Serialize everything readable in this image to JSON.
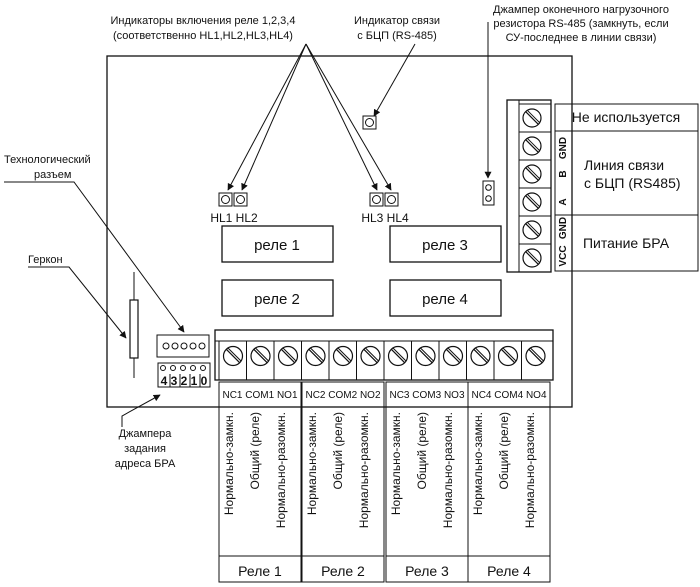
{
  "callouts": {
    "relay_indicators": [
      "Индикаторы включения реле 1,2,3,4",
      "(соответственно HL1,HL2,HL3,HL4)"
    ],
    "link_indicator": [
      "Индикатор связи",
      "с БЦП (RS-485)"
    ],
    "termination_jumper": [
      "Джампер оконечного нагрузочного",
      "резистора RS-485 (замкнуть, если",
      "СУ-последнее в линии связи)"
    ],
    "tech_connector": [
      "Технологический",
      "разъем"
    ],
    "reed_switch": "Геркон",
    "address_jumpers": [
      "Джампера",
      "задания",
      "адреса БРА"
    ]
  },
  "leds": {
    "left": "HL1 HL2",
    "right": "HL3 HL4"
  },
  "relays": [
    "реле 1",
    "реле 3",
    "реле 2",
    "реле 4"
  ],
  "address_bits": [
    "4",
    "3",
    "2",
    "1",
    "0"
  ],
  "right_terminal": {
    "pin_labels": [
      "GND",
      "B",
      "A",
      "GND",
      "VCC"
    ],
    "groups": [
      "Не используется",
      "Линия связи",
      "с БЦП (RS485)",
      "Питание БРА"
    ]
  },
  "bottom_terminal": {
    "groups": [
      {
        "contacts": "NC1 COM1 NO1",
        "title": "Реле 1"
      },
      {
        "contacts": "NC2 COM2 NO2",
        "title": "Реле 2"
      },
      {
        "contacts": "NC3 COM3 NO3",
        "title": "Реле 3"
      },
      {
        "contacts": "NC4 COM4 NO4",
        "title": "Реле 4"
      }
    ],
    "descriptions": [
      "Нормально-замкн.",
      "Общий (реле)",
      "Нормально-разомкн."
    ]
  }
}
